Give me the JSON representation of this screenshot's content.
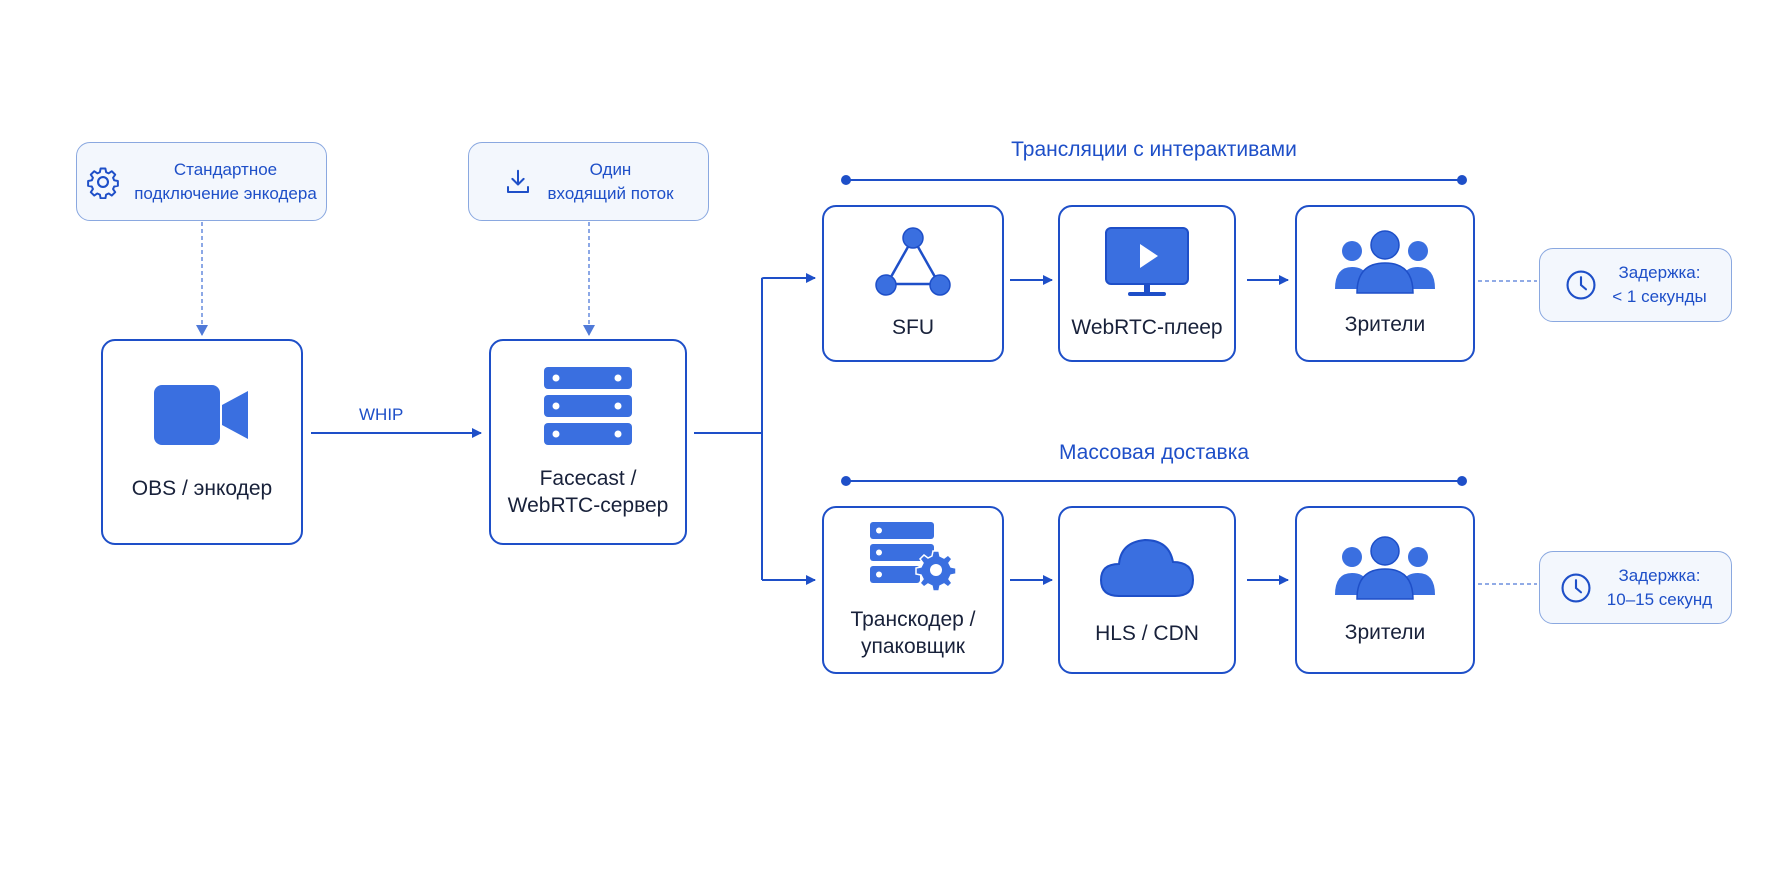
{
  "colors": {
    "primary": "#1e4fc8",
    "icon_fill": "#3a6fe0",
    "text_dark": "#18213a",
    "note_border": "#8aa8e0",
    "note_bg": "#f3f7fd"
  },
  "notes": {
    "encoder": {
      "icon": "gear-icon",
      "lines": [
        "Стандартное",
        "подключение энкодера"
      ]
    },
    "stream": {
      "icon": "download-icon",
      "lines": [
        "Один",
        "входящий поток"
      ]
    },
    "latency_interactive": {
      "icon": "clock-icon",
      "lines": [
        "Задержка:",
        "< 1 секунды"
      ]
    },
    "latency_mass": {
      "icon": "clock-icon",
      "lines": [
        "Задержка:",
        "10–15 секунд"
      ]
    }
  },
  "nodes": {
    "obs": {
      "icon": "video-camera-icon",
      "lines": [
        "OBS / энкодер"
      ]
    },
    "server": {
      "icon": "server-icon",
      "lines": [
        "Facecast /",
        "WebRTC-сервер"
      ]
    },
    "sfu": {
      "icon": "network-icon",
      "lines": [
        "SFU"
      ]
    },
    "player": {
      "icon": "monitor-play-icon",
      "lines": [
        "WebRTC-плеер"
      ]
    },
    "viewers_1": {
      "icon": "users-icon",
      "lines": [
        "Зрители"
      ]
    },
    "transcoder": {
      "icon": "server-gear-icon",
      "lines": [
        "Транскодер /",
        "упаковщик"
      ]
    },
    "cdn": {
      "icon": "cloud-icon",
      "lines": [
        "HLS / CDN"
      ]
    },
    "viewers_2": {
      "icon": "users-icon",
      "lines": [
        "Зрители"
      ]
    }
  },
  "groups": {
    "interactive": "Трансляции с интерактивами",
    "mass": "Массовая доставка"
  },
  "edges": {
    "whip": "WHIP"
  }
}
